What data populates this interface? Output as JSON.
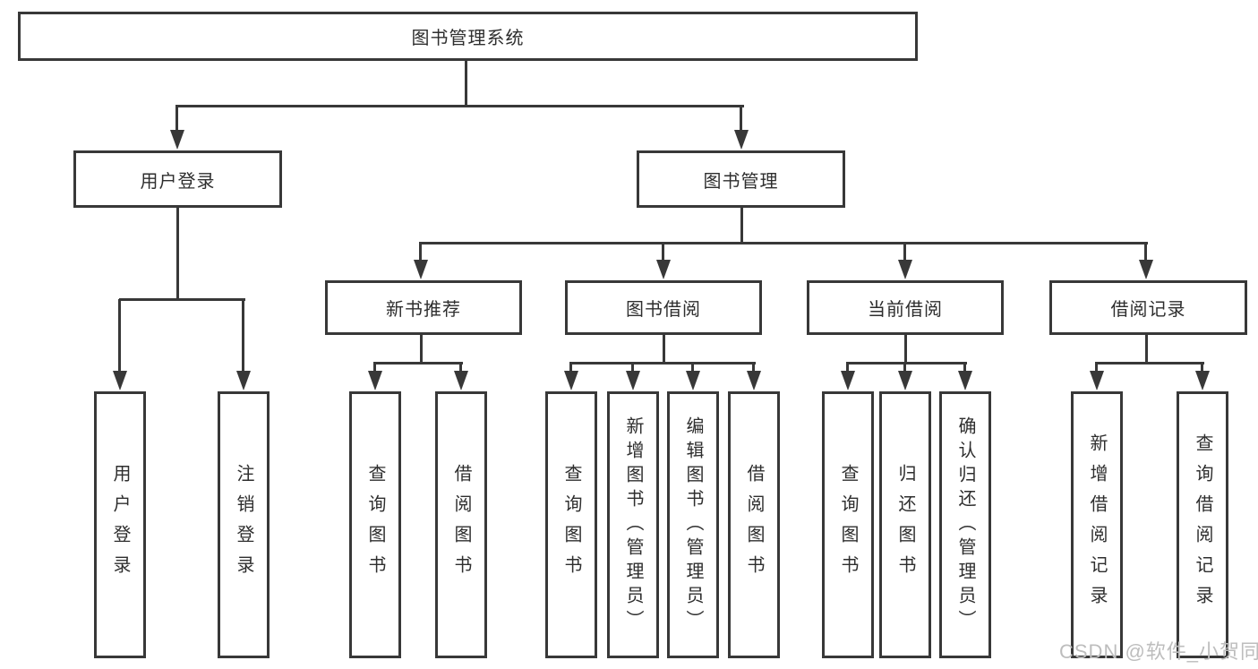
{
  "diagram": {
    "title": "图书管理系统",
    "nodes": {
      "root": "图书管理系统",
      "l2": [
        "用户登录",
        "图书管理"
      ],
      "l3": [
        "新书推荐",
        "图书借阅",
        "当前借阅",
        "借阅记录"
      ],
      "l4": [
        "用户登录",
        "注销登录",
        "查询图书",
        "借阅图书",
        "查询图书",
        "新增图书（管理员）",
        "编辑图书（管理员）",
        "借阅图书",
        "查询图书",
        "归还图书",
        "确认归还（管理员）",
        "新增借阅记录",
        "查询借阅记录"
      ]
    },
    "colors": {
      "line": "#383838",
      "text": "#2e2e2e",
      "background": "#ffffff",
      "watermark": "#bdbdbd"
    }
  },
  "watermark": {
    "text": "CSDN @软件_小贺同学"
  }
}
